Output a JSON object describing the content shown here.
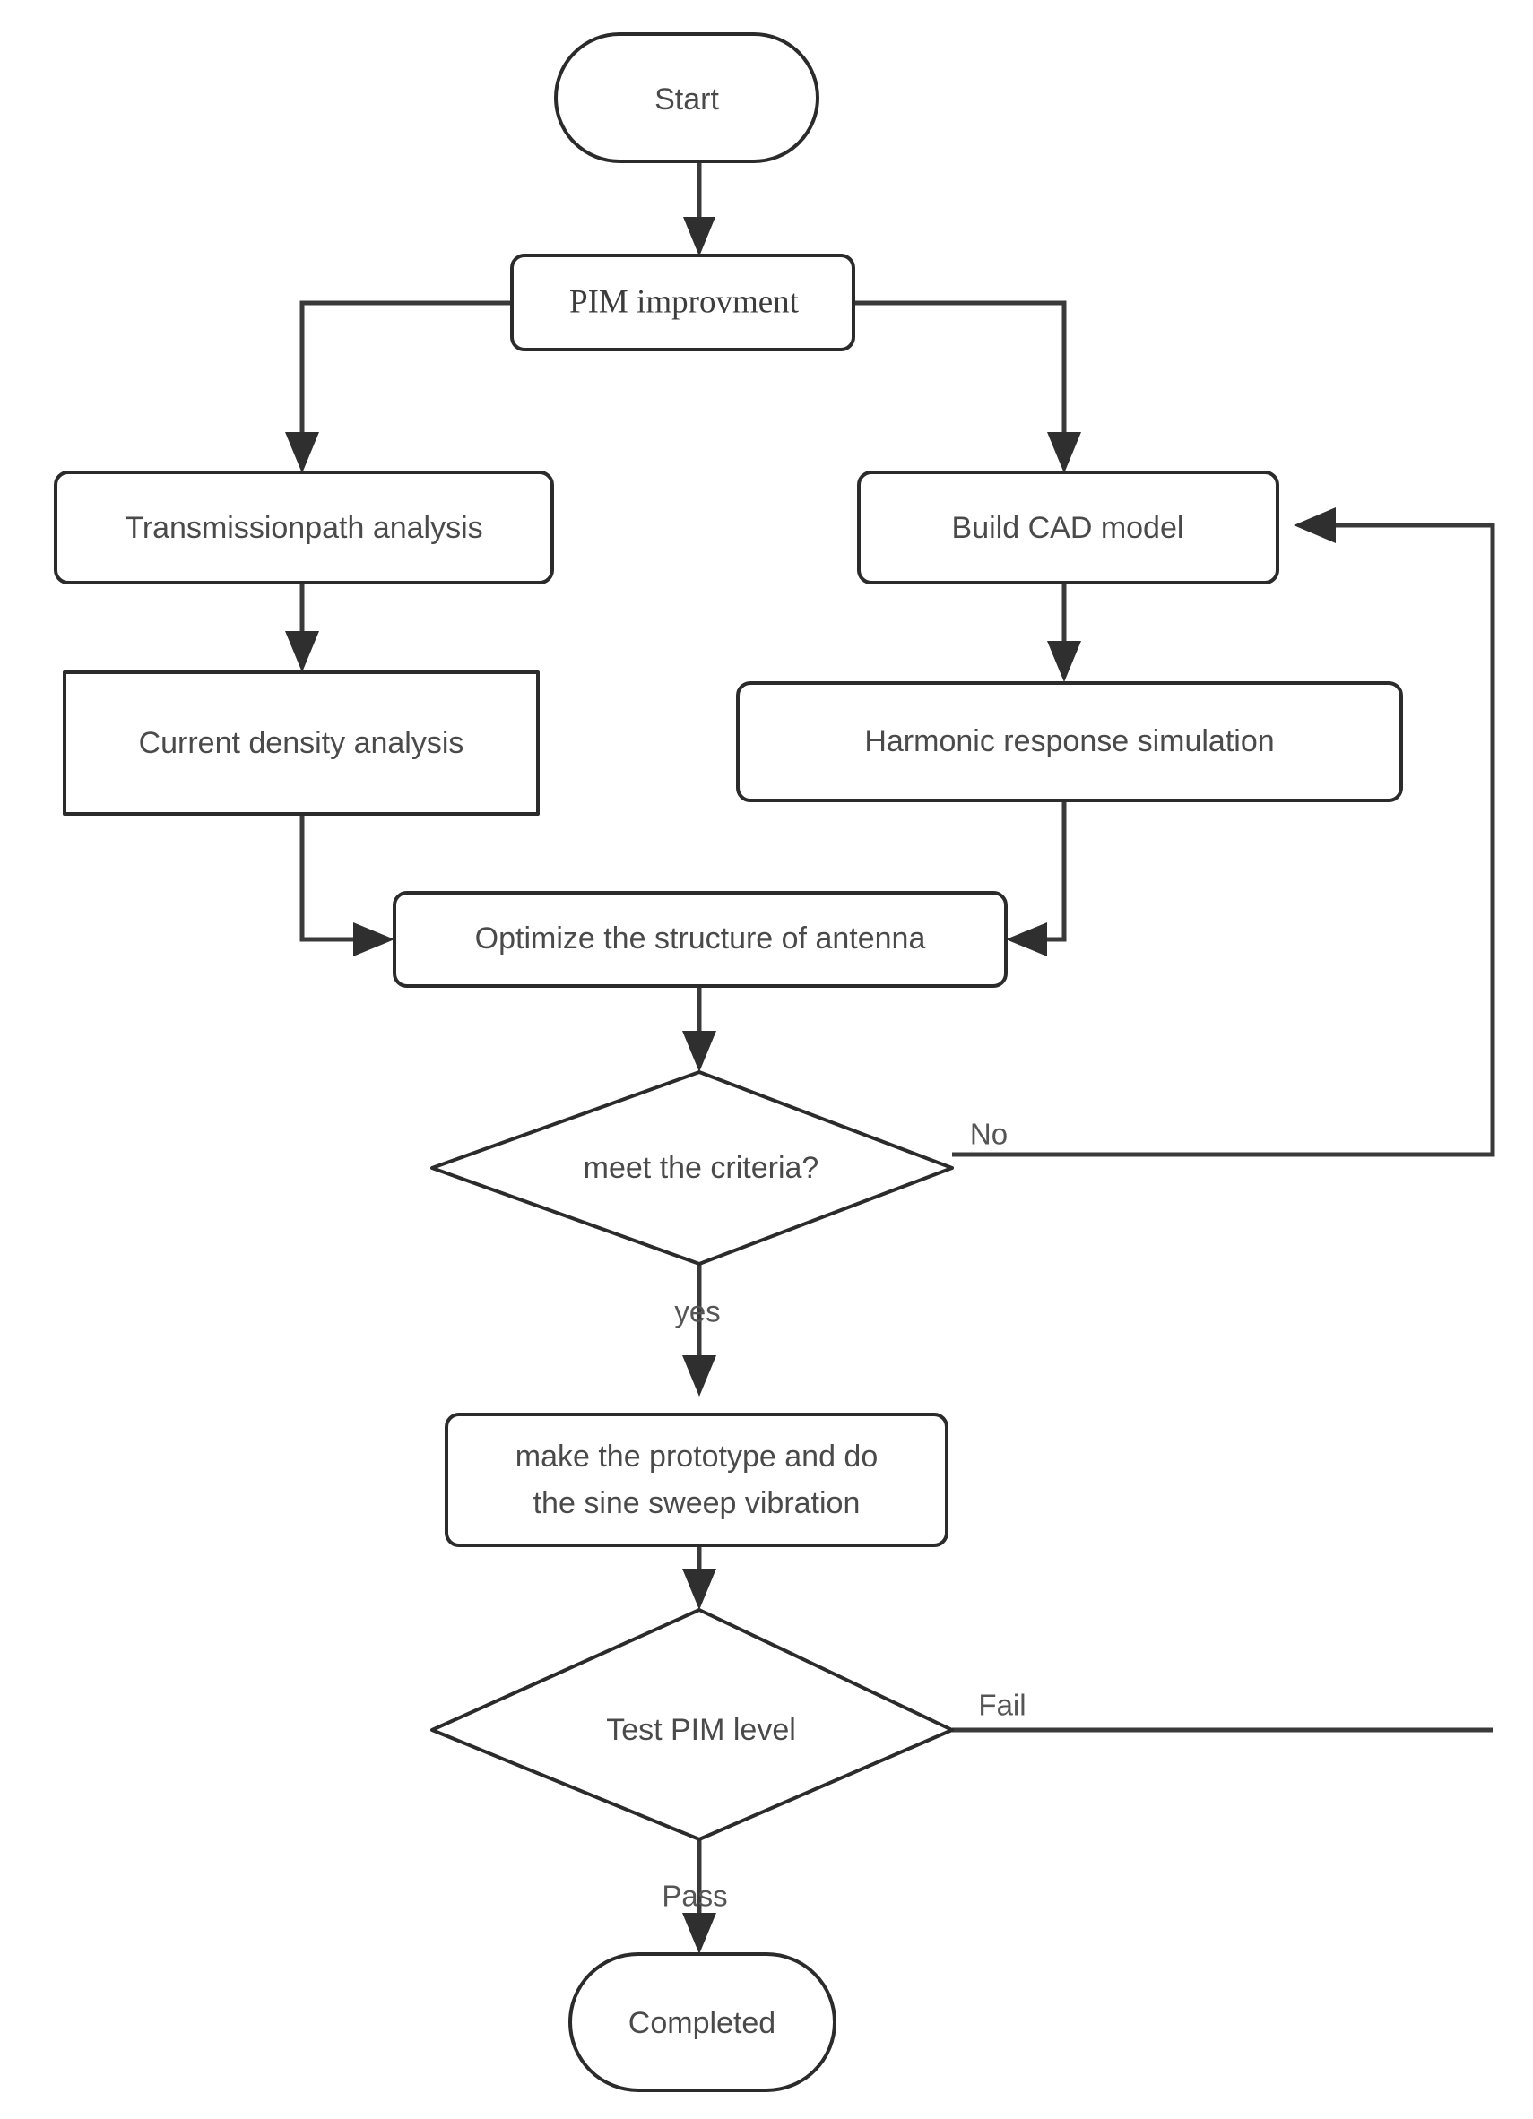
{
  "diagram": {
    "title": "PIM improvement process flowchart",
    "colors": {
      "background": "#ffffff",
      "node_stroke": "#2b2b2b",
      "node_fill": "#ffffff",
      "edge_stroke": "#3a3a3a",
      "text": "#4a4a4a"
    },
    "nodes": [
      {
        "id": "start",
        "label": "Start",
        "shape": "stadium"
      },
      {
        "id": "pim",
        "label": "PIM improvment",
        "shape": "rounded-rect"
      },
      {
        "id": "transmission",
        "label": "Transmissionpath analysis",
        "shape": "rounded-rect"
      },
      {
        "id": "cad",
        "label": "Build CAD model",
        "shape": "rounded-rect"
      },
      {
        "id": "current",
        "label": "Current density analysis",
        "shape": "rect"
      },
      {
        "id": "harmonic",
        "label": "Harmonic response simulation",
        "shape": "rounded-rect"
      },
      {
        "id": "optimize",
        "label": "Optimize the structure of antenna",
        "shape": "rounded-rect"
      },
      {
        "id": "criteria",
        "label": "meet the criteria?",
        "shape": "diamond"
      },
      {
        "id": "prototype",
        "label_line1": "make the prototype and do",
        "label_line2": "the sine sweep vibration",
        "shape": "rounded-rect"
      },
      {
        "id": "testpim",
        "label": "Test PIM level",
        "shape": "diamond"
      },
      {
        "id": "completed",
        "label": "Completed",
        "shape": "stadium"
      }
    ],
    "edge_labels": {
      "criteria_no": "No",
      "criteria_yes": "yes",
      "test_fail": "Fail",
      "test_pass": "Pass"
    },
    "edges": [
      {
        "from": "start",
        "to": "pim",
        "label": ""
      },
      {
        "from": "pim",
        "to": "transmission",
        "label": ""
      },
      {
        "from": "pim",
        "to": "cad",
        "label": ""
      },
      {
        "from": "transmission",
        "to": "current",
        "label": ""
      },
      {
        "from": "cad",
        "to": "harmonic",
        "label": ""
      },
      {
        "from": "current",
        "to": "optimize",
        "label": ""
      },
      {
        "from": "harmonic",
        "to": "optimize",
        "label": ""
      },
      {
        "from": "optimize",
        "to": "criteria",
        "label": ""
      },
      {
        "from": "criteria",
        "to": "cad",
        "label": "No"
      },
      {
        "from": "criteria",
        "to": "prototype",
        "label": "yes"
      },
      {
        "from": "prototype",
        "to": "testpim",
        "label": ""
      },
      {
        "from": "testpim",
        "to": "cad",
        "label": "Fail"
      },
      {
        "from": "testpim",
        "to": "completed",
        "label": "Pass"
      }
    ]
  }
}
